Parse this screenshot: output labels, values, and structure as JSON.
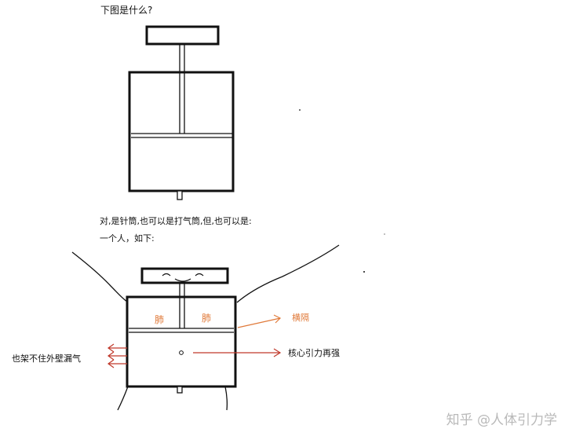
{
  "question": "下图是什么?",
  "answer_line1": "对,是针筒,也可以是打气筒,但,也可以是:",
  "answer_line2": "一个人，如下:",
  "labels": {
    "lung_left": "肺",
    "lung_right": "肺",
    "diaphragm": "横隔",
    "core_gravity": "核心引力再强",
    "wall_leak": "也架不住外壁漏气"
  },
  "watermark": "知乎 @人体引力学",
  "colors": {
    "ink": "#111111",
    "orange_label": "#e07a3a",
    "red_arrow": "#c0392b",
    "watermark": "#b9b9b9"
  }
}
